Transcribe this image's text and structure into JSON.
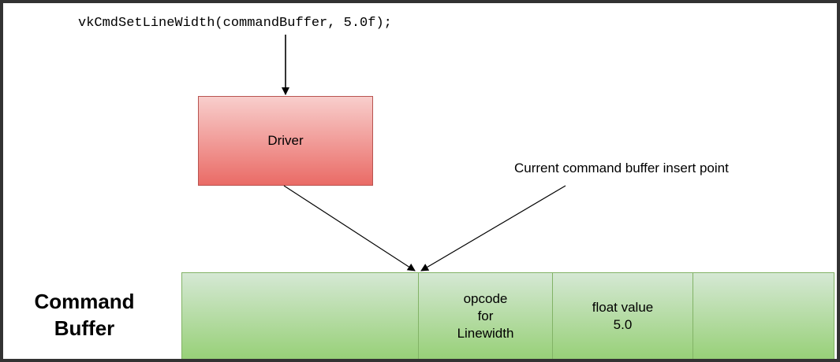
{
  "code_call": "vkCmdSetLineWidth(commandBuffer, 5.0f);",
  "driver_label": "Driver",
  "insert_point_label": "Current command buffer insert point",
  "command_buffer_label": "Command\nBuffer",
  "buffer_cells": [
    {
      "text": ""
    },
    {
      "text": "opcode\nfor\nLinewidth"
    },
    {
      "text": "float value\n5.0"
    },
    {
      "text": ""
    }
  ],
  "colors": {
    "driver_fill_top": "#f8cecc",
    "driver_fill_bottom": "#ea6b66",
    "driver_stroke": "#b85450",
    "cell_fill_top": "#d5e8d4",
    "cell_fill_bottom": "#97d077",
    "cell_stroke": "#82b366",
    "frame": "#333333"
  }
}
